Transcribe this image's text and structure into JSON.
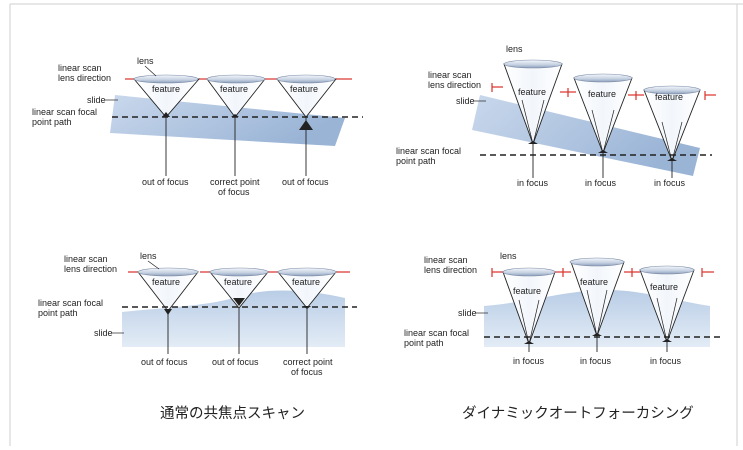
{
  "colors": {
    "red": "#d9302a",
    "slide_dark": "#9db8d7",
    "slide_light": "#dfe8f3",
    "lens_light": "#eef3fa",
    "lens_dark": "#98a9c3",
    "line": "#000000"
  },
  "panel_tl": {
    "lens": "lens",
    "linear_scan_1": "linear scan",
    "lens_direction": "lens direction",
    "slide": "slide",
    "focal_1": "linear scan focal",
    "focal_2": "point path",
    "feature": "feature",
    "out_of_focus": "out of focus",
    "correct_1": "correct point",
    "correct_2": "of focus"
  },
  "panel_tr": {
    "lens": "lens",
    "linear_scan_1": "linear scan",
    "lens_direction": "lens direction",
    "slide": "slide",
    "focal_1": "linear scan focal",
    "focal_2": "point path",
    "feature": "feature",
    "in_focus": "in focus"
  },
  "panel_bl": {
    "lens": "lens",
    "linear_scan_1": "linear scan",
    "lens_direction": "lens direction",
    "slide": "slide",
    "focal_1": "linear scan focal",
    "focal_2": "point path",
    "feature": "feature",
    "out_of_focus": "out of focus",
    "correct_1": "correct point",
    "correct_2": "of focus"
  },
  "panel_br": {
    "lens": "lens",
    "linear_scan_1": "linear scan",
    "lens_direction": "lens direction",
    "slide": "slide",
    "focal_1": "linear scan focal",
    "focal_2": "point path",
    "feature": "feature",
    "in_focus": "in focus"
  },
  "captions": {
    "left": "通常の共焦点スキャン",
    "right": "ダイナミックオートフォーカシング"
  }
}
